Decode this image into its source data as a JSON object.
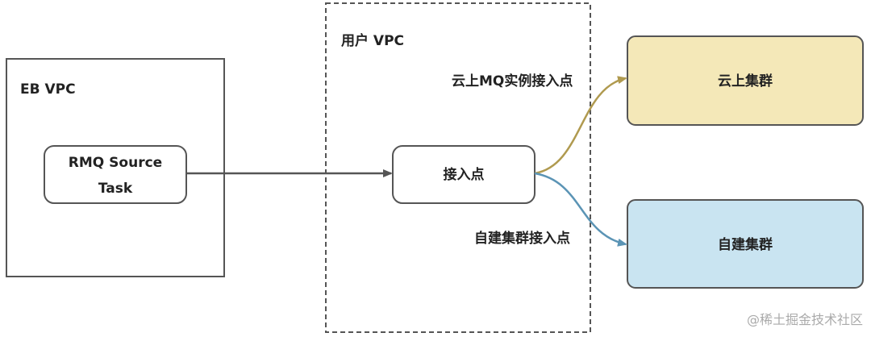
{
  "containers": {
    "eb_vpc": {
      "label": "EB VPC"
    },
    "user_vpc": {
      "label": "用户 VPC"
    }
  },
  "nodes": {
    "rmq_source_task": {
      "line1": "RMQ Source",
      "line2": "Task"
    },
    "access_point": {
      "label": "接入点"
    },
    "cloud_cluster": {
      "label": "云上集群",
      "fill": "#f4e8b8"
    },
    "self_built_cluster": {
      "label": "自建集群",
      "fill": "#c9e4f1"
    }
  },
  "edges": {
    "to_cloud": {
      "label": "云上MQ实例接入点",
      "color": "#b09a4f"
    },
    "to_self_built": {
      "label": "自建集群接入点",
      "color": "#5b94b5"
    },
    "task_to_access": {
      "color": "#555555"
    }
  },
  "watermark": {
    "text": "@稀土掘金技术社区"
  }
}
